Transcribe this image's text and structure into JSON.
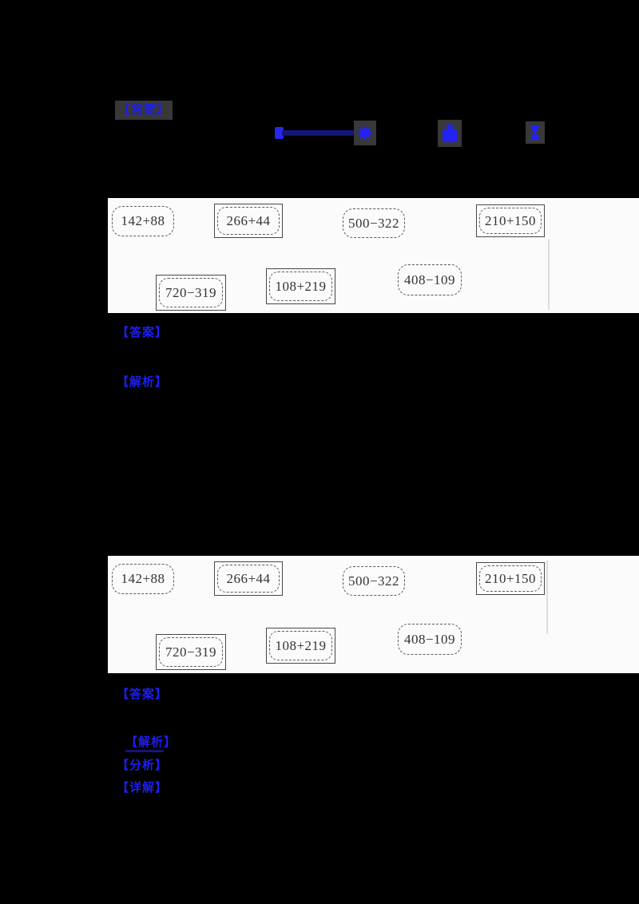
{
  "document": {
    "type": "math worksheet answer page (dark rendering)",
    "background": "#000000"
  },
  "colors": {
    "label_blue": "#1e1ef0",
    "underline_navy": "#15157a",
    "highlight_gray": "#383838",
    "panel_background": "#fbfbfb",
    "expression_ink": "#333333"
  },
  "labels": {
    "top_answer": "【答案】",
    "q_answer": "【答案】",
    "q_analysis": "【解析】",
    "b_answer": "【答案】",
    "b_analysis": "【解析】",
    "b_breakdown": "【分析】",
    "b_detail": "【详解】"
  },
  "icons": {
    "flower": "flower-mark-icon",
    "house": "house-mark-icon",
    "bracket": "bracket-mark-icon",
    "bar": "answer-underline-bar",
    "lead_square": "answer-lead-mark"
  },
  "expressions": [
    {
      "text": "142+88",
      "boxed": false
    },
    {
      "text": "266+44",
      "boxed": true
    },
    {
      "text": "500−322",
      "boxed": false
    },
    {
      "text": "210+150",
      "boxed": true
    },
    {
      "text": "720−319",
      "boxed": true
    },
    {
      "text": "108+219",
      "boxed": true
    },
    {
      "text": "408−109",
      "boxed": false
    }
  ],
  "panel_note": "two identical embedded worksheet images; boxed=true expressions are circled with an extra solid rectangle"
}
